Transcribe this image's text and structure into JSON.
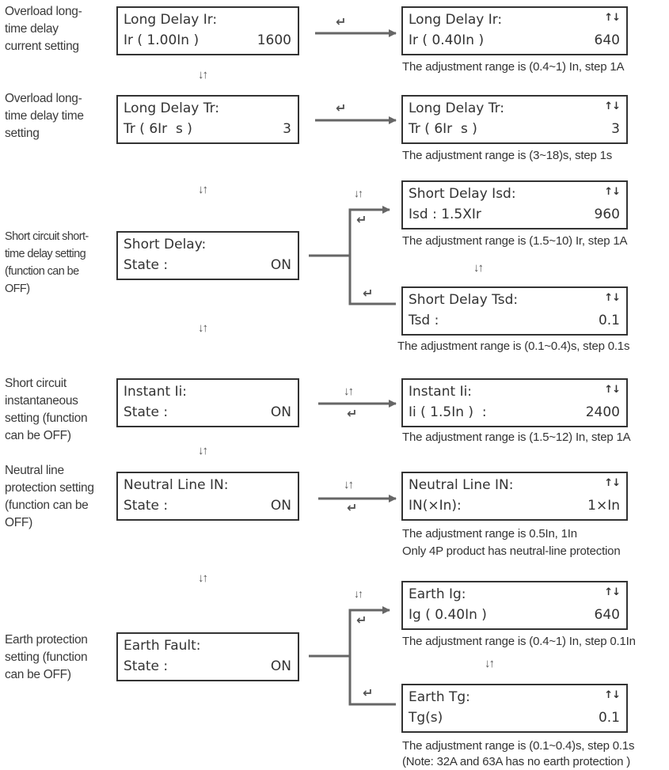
{
  "nav_glyphs": {
    "down_up": "↓↑",
    "up_down": "↑↓",
    "enter": "↵"
  },
  "colors": {
    "line": "#333333",
    "arrow": "#666666",
    "text": "#333333"
  },
  "sections": [
    {
      "description": "Overload long-\ntime delay\ncurrent setting",
      "main": {
        "title": "Long Delay Ir:",
        "row_label": "Ir ( 1.00In )",
        "row_value": "1600"
      },
      "sub": [
        {
          "title": "Long Delay Ir:",
          "row_label": "Ir ( 0.40In )",
          "row_value": "640",
          "notes": [
            "The adjustment range is (0.4~1) In, step 1A"
          ]
        }
      ]
    },
    {
      "description": "Overload long-\ntime delay time\nsetting",
      "main": {
        "title": "Long Delay Tr:",
        "row_label": "Tr ( 6Ir  s )",
        "row_value": "3"
      },
      "sub": [
        {
          "title": "Long Delay Tr:",
          "row_label": "Tr ( 6Ir  s )",
          "row_value": "3",
          "notes": [
            "The adjustment range is (3~18)s, step 1s"
          ]
        }
      ]
    },
    {
      "description": "Short circuit short-\ntime delay setting\n(function can be\nOFF)",
      "main": {
        "title": "Short Delay:",
        "row_label": "State :",
        "row_value": "ON"
      },
      "sub": [
        {
          "title": "Short Delay Isd:",
          "row_label": "Isd : 1.5XIr",
          "row_value": "960",
          "notes": [
            "The adjustment range is (1.5~10) Ir, step 1A"
          ]
        },
        {
          "title": "Short Delay Tsd:",
          "row_label": "Tsd :",
          "row_value": "0.1",
          "notes": [
            "The adjustment range is (0.1~0.4)s, step 0.1s"
          ]
        }
      ]
    },
    {
      "description": "Short circuit\ninstantaneous\nsetting (function\ncan be OFF)",
      "main": {
        "title": "Instant Ii:",
        "row_label": "State :",
        "row_value": "ON"
      },
      "sub": [
        {
          "title": "Instant Ii:",
          "row_label": "Ii ( 1.5In )  :",
          "row_value": "2400",
          "notes": [
            "The adjustment range is (1.5~12) In, step 1A"
          ]
        }
      ]
    },
    {
      "description": "Neutral line\nprotection setting\n(function can be\nOFF)",
      "main": {
        "title": "Neutral Line IN:",
        "row_label": "State :",
        "row_value": "ON"
      },
      "sub": [
        {
          "title": "Neutral Line IN:",
          "row_label": "IN(×In):",
          "row_value": "1×In",
          "notes": [
            "The adjustment range is 0.5In, 1In",
            "Only 4P product has neutral-line protection"
          ]
        }
      ]
    },
    {
      "description": "Earth protection\nsetting (function\ncan be OFF)",
      "main": {
        "title": "Earth Fault:",
        "row_label": "State :",
        "row_value": "ON"
      },
      "sub": [
        {
          "title": "Earth Ig:",
          "row_label": "Ig ( 0.40In )",
          "row_value": "640",
          "notes": [
            "The adjustment range is (0.4~1) In, step 0.1In"
          ]
        },
        {
          "title": "Earth Tg:",
          "row_label": "Tg(s)",
          "row_value": "0.1",
          "notes": [
            "The adjustment range is (0.1~0.4)s, step 0.1s",
            "(Note: 32A and 63A has no earth protection )"
          ]
        }
      ]
    }
  ]
}
